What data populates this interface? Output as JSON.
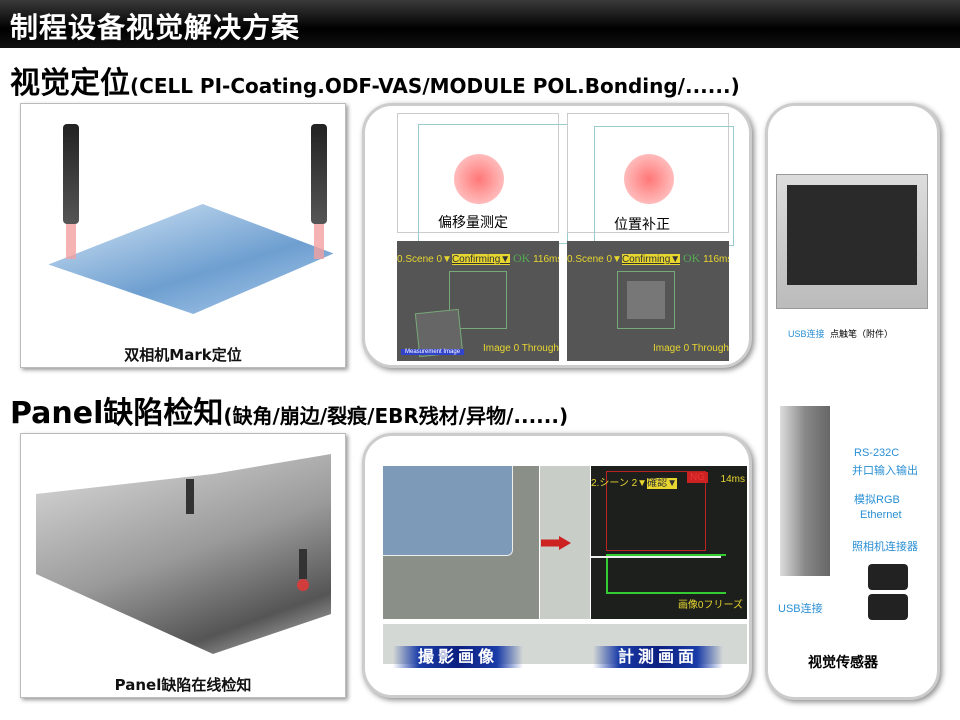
{
  "title": "制程设备视觉解决方案",
  "section1": {
    "heading": "视觉定位",
    "subheading": "(CELL PI-Coating.ODF-VAS/MODULE POL.Bonding/......)",
    "camera_caption": "双相机Mark定位",
    "offset_label": "偏移量测定",
    "correct_label": "位置补正",
    "screen": {
      "scene": "0.Scene 0▼",
      "mode": "Confirming▼",
      "result": "OK",
      "time": "116ms",
      "footer": "Image 0 Through",
      "tag": "Measurement Image"
    }
  },
  "section2": {
    "heading": "Panel缺陷检知",
    "subheading": "(缺角/崩边/裂痕/EBR残材/异物/......)",
    "caption": "Panel缺陷在线检知",
    "screen": {
      "scene": "2.シーン 2▼",
      "mode": "確認▼",
      "result": "NG",
      "time": "14ms",
      "footer": "画像0フリーズ"
    },
    "bar_left": "撮影画像",
    "bar_right": "計測画面"
  },
  "sensor": {
    "usb_top": "USB连接",
    "pen": "点触笔（附件）",
    "rs232": "RS-232C",
    "parallel": "并口输入输出",
    "rgb": "模拟RGB",
    "ethernet": "Ethernet",
    "camera_conn": "照相机连接器",
    "usb_bottom": "USB连接",
    "caption": "视觉传感器"
  }
}
